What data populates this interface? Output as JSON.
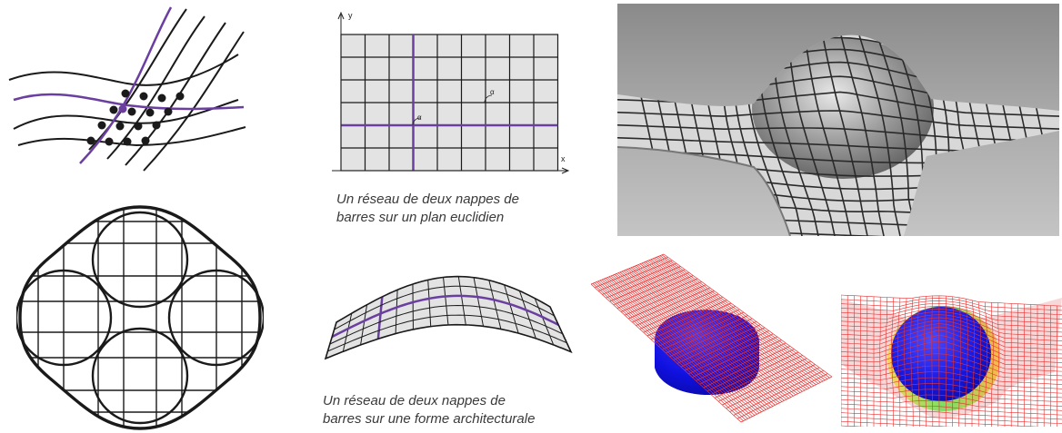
{
  "grid_plane": {
    "axis_x": "x",
    "axis_y": "y",
    "angle_1": "α",
    "angle_2": "α"
  },
  "captions": {
    "euclidean_line1": "Un réseau de deux nappes de",
    "euclidean_line2": "barres sur un plan euclidien",
    "architectural_line1": "Un réseau de deux nappes de",
    "architectural_line2": "barres sur une forme architecturale"
  },
  "colors": {
    "bar_line": "#1a1a1a",
    "highlight": "#6a3fa0",
    "cell_fill": "#e3e3e3",
    "photo_bg": "#b9b9b9",
    "mesh_red": "#e53030",
    "dome_blue": "#1414e8"
  }
}
